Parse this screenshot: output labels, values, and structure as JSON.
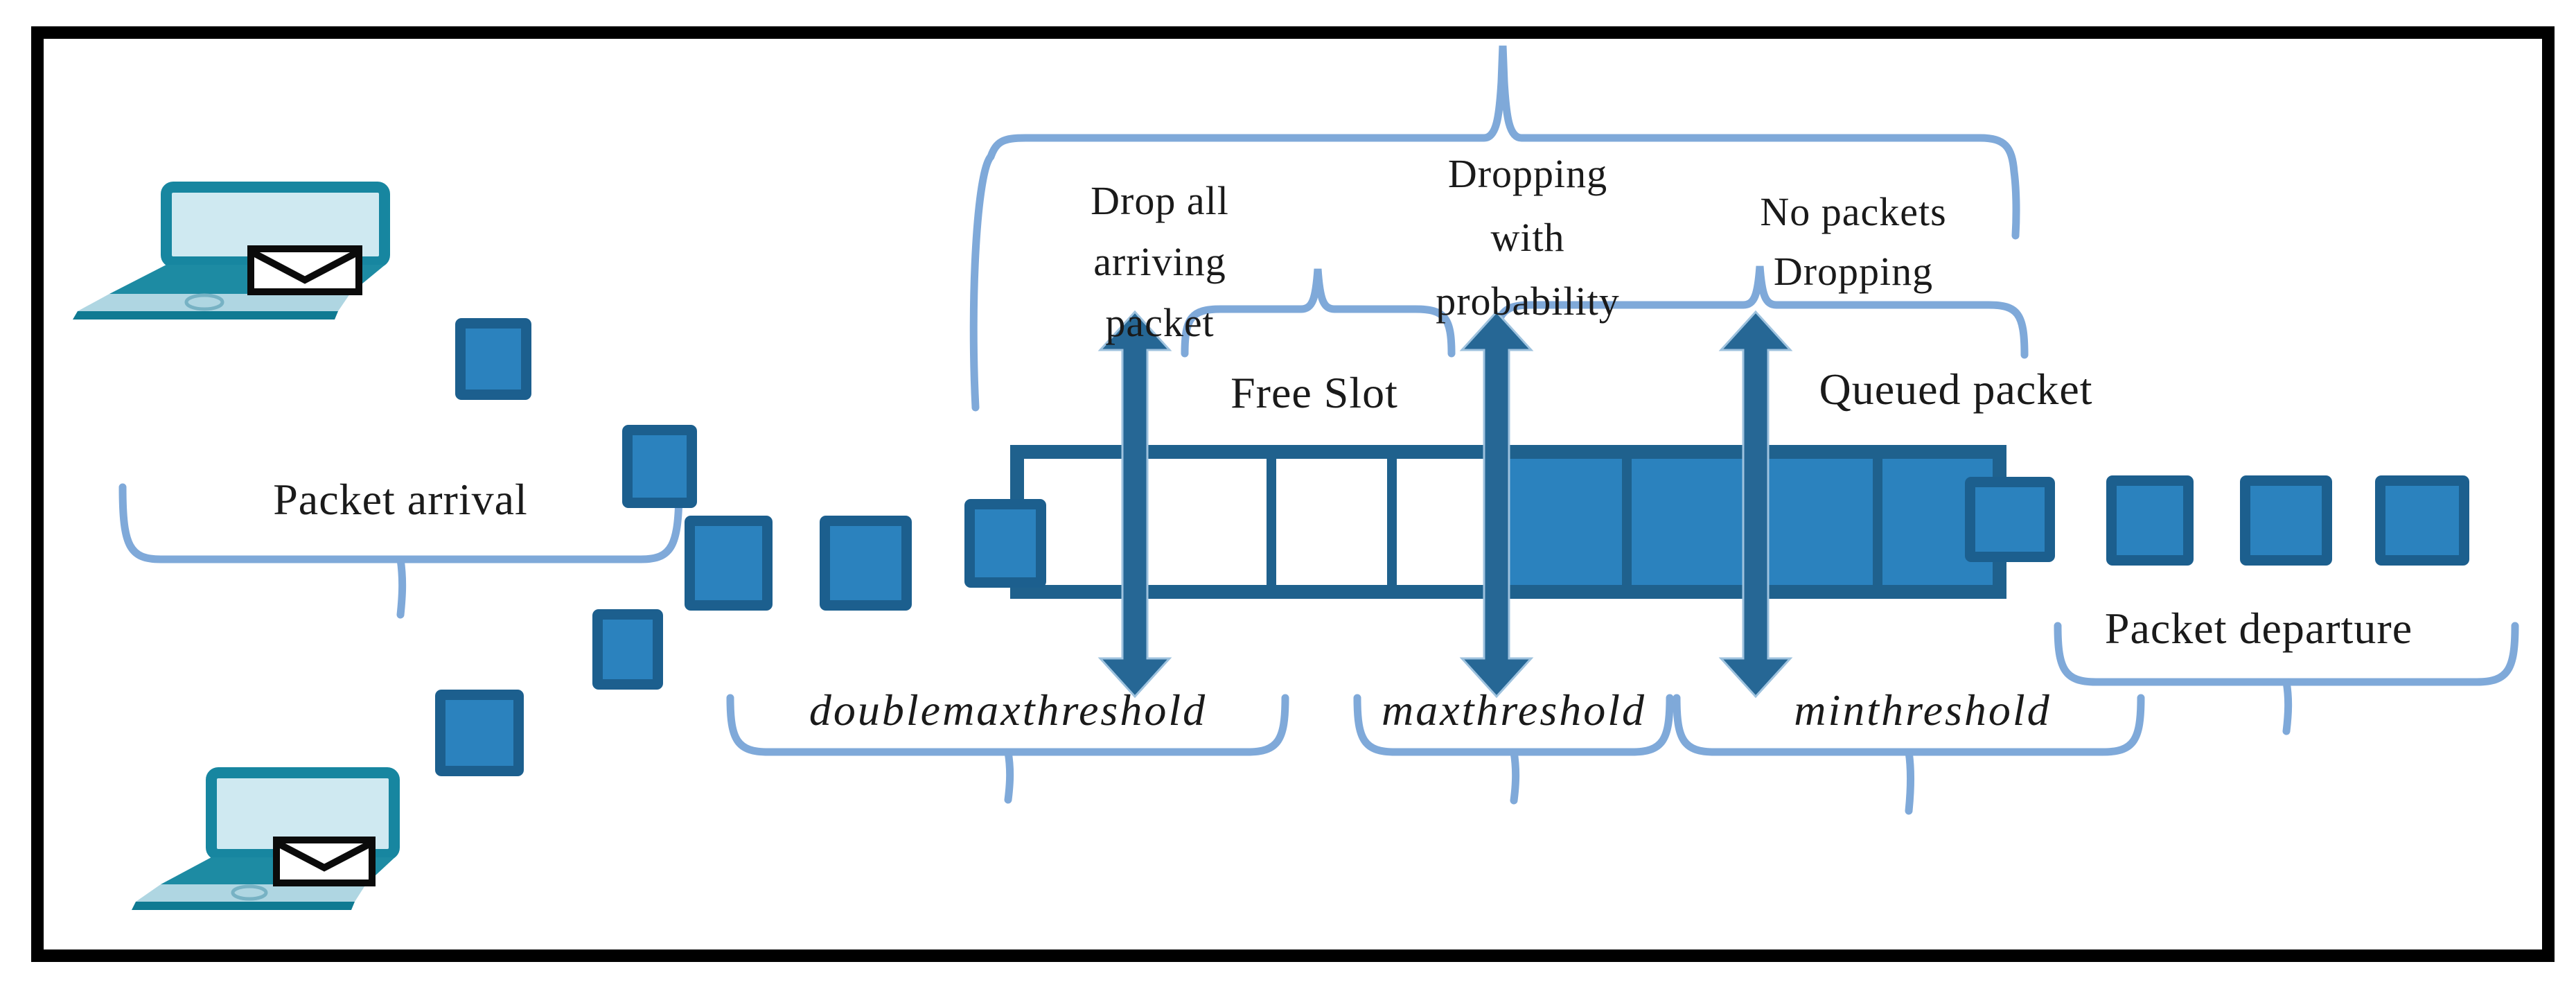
{
  "figure": {
    "description": "Queue management threshold diagram with packet arrival, queued packets and packet departure",
    "labels": {
      "drop_all": [
        "Drop all",
        "arriving",
        "packet"
      ],
      "dropping_probability": [
        "Dropping",
        "with",
        "probability"
      ],
      "no_packets": [
        "No packets",
        "Dropping"
      ],
      "free_slot": "Free Slot",
      "queued_packet": "Queued packet",
      "packet_arrival": "Packet arrival",
      "packet_departure": "Packet departure",
      "thresholds": {
        "double_max": "doublemaxthreshold",
        "max": "maxthreshold",
        "min": "minthreshold"
      }
    },
    "queue": {
      "free_slots": 4,
      "occupied_slots": 4,
      "arriving_packets": 7,
      "departing_packets": 4,
      "threshold_arrows": 3,
      "source_laptops": 2
    },
    "colors": {
      "packet_fill": "#2B82BE",
      "packet_border": "#1C5F8E",
      "queue_outline": "#1F618D",
      "arrow": "#266795",
      "arrow_edge": "#9EC2DE",
      "brace": "#7FA9D9",
      "laptop_frame": "#1786A0",
      "laptop_screen": "#CFE9F1",
      "laptop_keyboard": "#1D8BA3",
      "laptop_deck": "#AFD6E2",
      "envelope_fill": "#FFFFFF",
      "envelope_border": "#0B0B0B",
      "text": "#1A1A1A",
      "frame": "#000000"
    }
  }
}
